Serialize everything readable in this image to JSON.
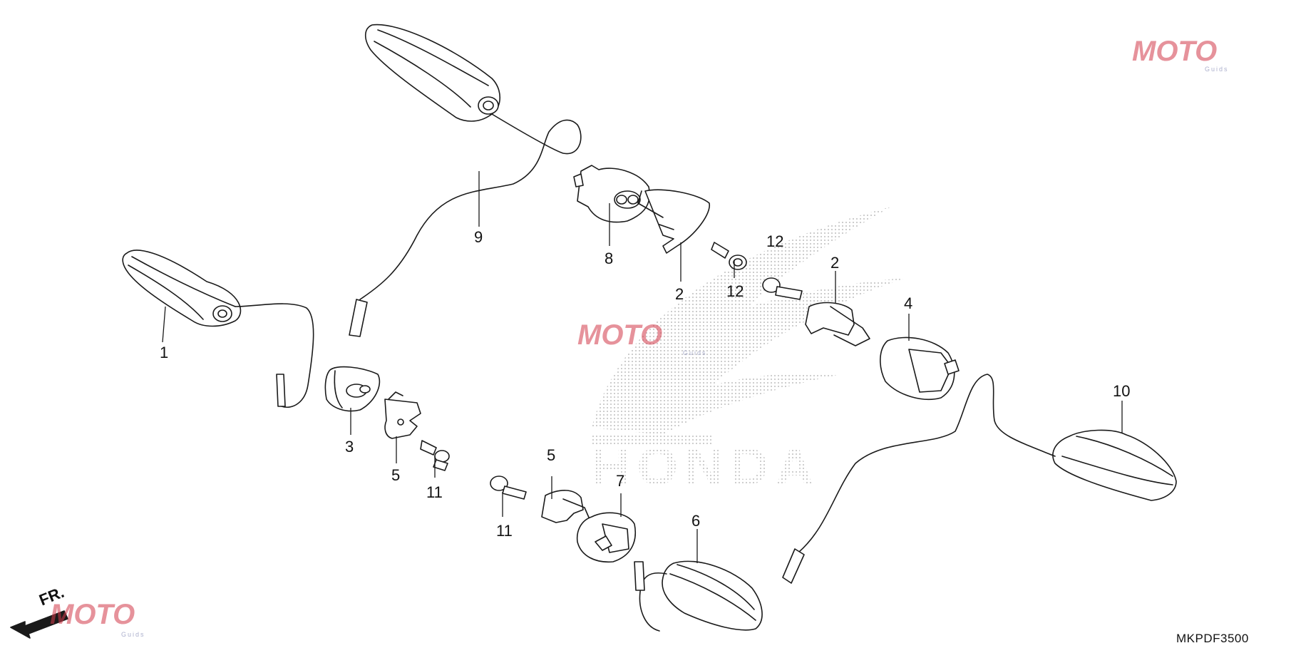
{
  "diagram": {
    "drawing_code": "MKPDF3500",
    "front_label": "FR.",
    "background_brand": "HONDA",
    "watermark": {
      "brand": "MOTO",
      "sub": "Guids"
    },
    "callouts": [
      {
        "id": "c1",
        "label": "1"
      },
      {
        "id": "c2a",
        "label": "2"
      },
      {
        "id": "c2b",
        "label": "2"
      },
      {
        "id": "c3",
        "label": "3"
      },
      {
        "id": "c4",
        "label": "4"
      },
      {
        "id": "c5a",
        "label": "5"
      },
      {
        "id": "c5b",
        "label": "5"
      },
      {
        "id": "c6",
        "label": "6"
      },
      {
        "id": "c7",
        "label": "7"
      },
      {
        "id": "c8",
        "label": "8"
      },
      {
        "id": "c9",
        "label": "9"
      },
      {
        "id": "c10",
        "label": "10"
      },
      {
        "id": "c11a",
        "label": "11"
      },
      {
        "id": "c11b",
        "label": "11"
      },
      {
        "id": "c12a",
        "label": "12"
      },
      {
        "id": "c12b",
        "label": "12"
      }
    ],
    "colors": {
      "line": "#1a1a1a",
      "watermark": "#d23a4a",
      "dots": "#9a9a9a"
    }
  }
}
